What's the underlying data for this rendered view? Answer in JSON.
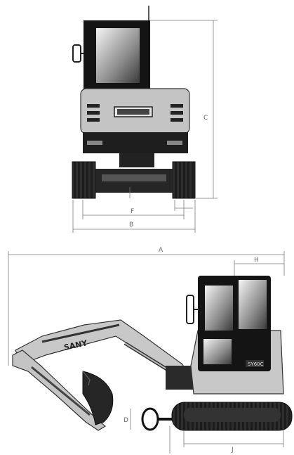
{
  "labels": {
    "A": "A",
    "B": "B",
    "C": "C",
    "D": "D",
    "F": "F",
    "H": "H",
    "J": "J"
  },
  "brand": "SANY",
  "model": "SY60C"
}
